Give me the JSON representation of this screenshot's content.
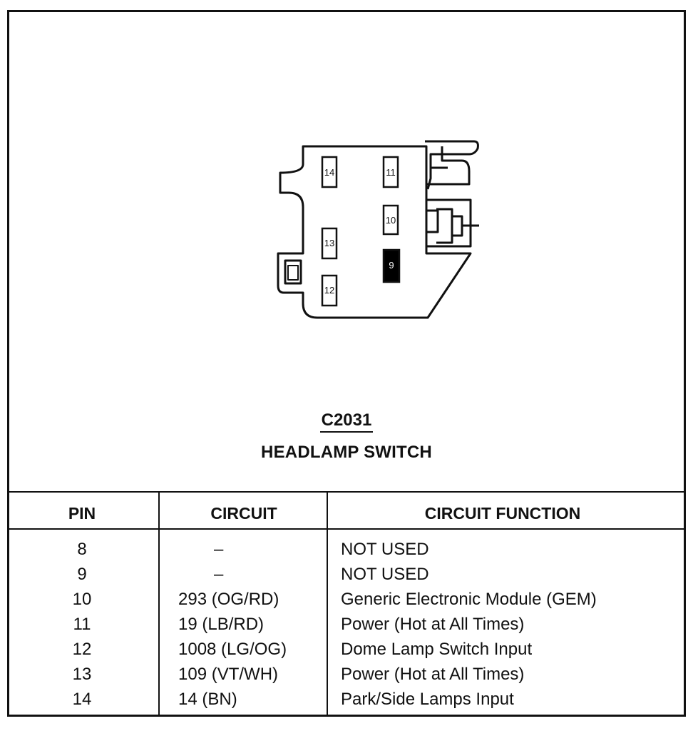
{
  "connector": {
    "id": "C2031",
    "name": "HEADLAMP SWITCH",
    "pin_labels": [
      "14",
      "11",
      "10",
      "13",
      "9",
      "12"
    ],
    "highlighted_pin": "9"
  },
  "table": {
    "headers": {
      "pin": "PIN",
      "circuit": "CIRCUIT",
      "function": "CIRCUIT FUNCTION"
    },
    "rows": [
      {
        "pin": "8",
        "circuit": "–",
        "function": "NOT USED"
      },
      {
        "pin": "9",
        "circuit": "–",
        "function": "NOT USED"
      },
      {
        "pin": "10",
        "circuit": "293 (OG/RD)",
        "function": "Generic Electronic Module (GEM)"
      },
      {
        "pin": "11",
        "circuit": "19 (LB/RD)",
        "function": "Power (Hot at All Times)"
      },
      {
        "pin": "12",
        "circuit": "1008 (LG/OG)",
        "function": "Dome Lamp Switch Input"
      },
      {
        "pin": "13",
        "circuit": "109 (VT/WH)",
        "function": "Power (Hot at All Times)"
      },
      {
        "pin": "14",
        "circuit": "14 (BN)",
        "function": "Park/Side Lamps Input"
      }
    ]
  }
}
